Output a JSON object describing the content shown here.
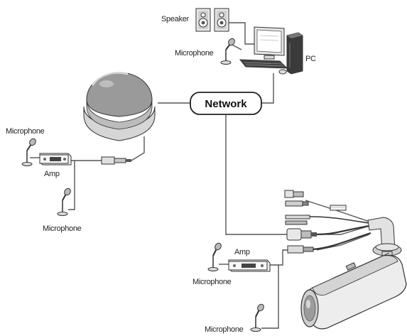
{
  "labels": {
    "network": "Network",
    "speaker": "Speaker",
    "pc": "PC",
    "microphone_pc": "Microphone",
    "microphone_dome_top": "Microphone",
    "amp_dome": "Amp",
    "microphone_dome_bottom": "Microphone",
    "amp_bullet": "Amp",
    "microphone_bullet_amp": "Microphone",
    "microphone_bullet_bottom": "Microphone"
  },
  "icons": {
    "speakers": "speakers-icon",
    "pc": "pc-icon",
    "microphone": "microphone-icon",
    "amp": "amp-icon",
    "dome_camera": "dome-camera-icon",
    "bullet_camera": "bullet-camera-icon",
    "connector": "connector-icon"
  }
}
